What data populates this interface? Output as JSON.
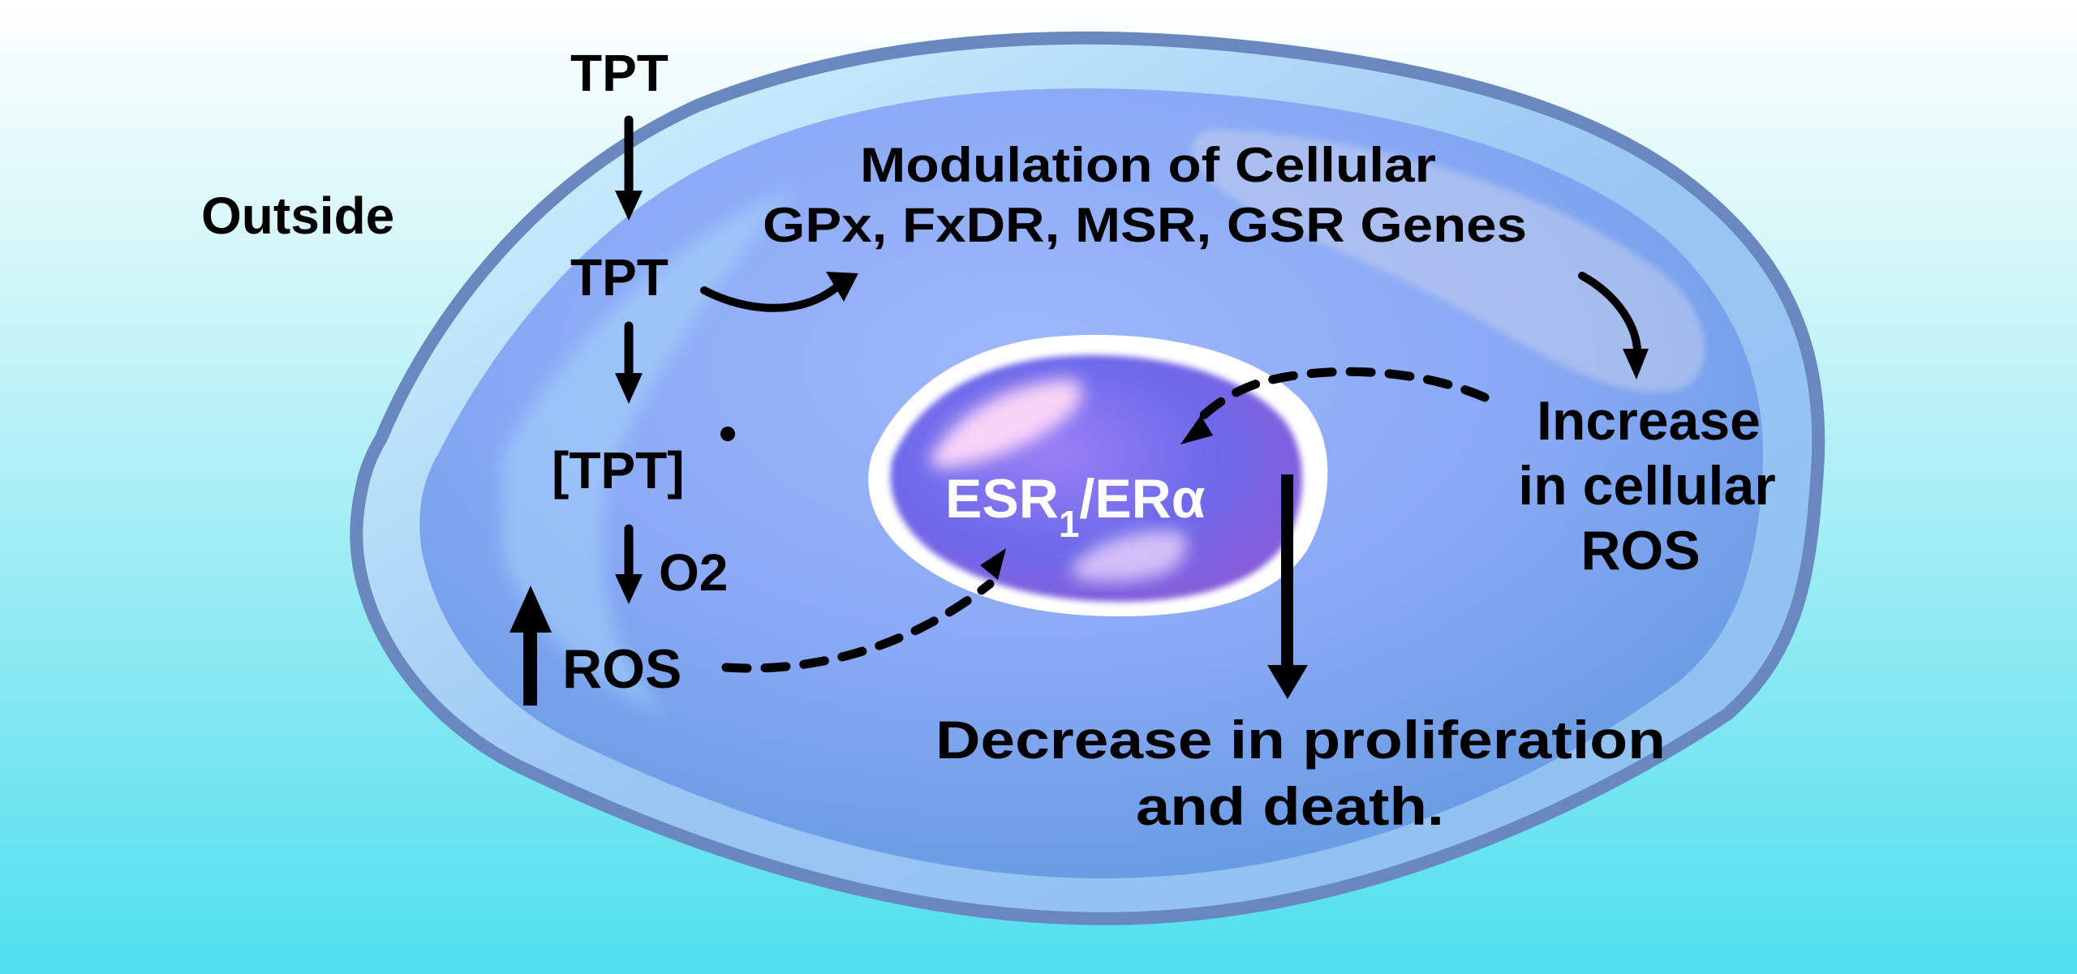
{
  "colors": {
    "background_top": "#ffffff",
    "background_bottom": "#4fdfee",
    "cell_membrane": "#6a88c0",
    "cytoplasm": "#8fadf7",
    "nucleus_outline": "#ffffff",
    "nucleus_fill": "#7a6ef0",
    "nucleus_highlight": "#ffd9f8",
    "text": "#000000",
    "nucleus_text": "#ffffff"
  },
  "labels": {
    "outside": "Outside",
    "tpt_outside": "TPT",
    "tpt_inside": "TPT",
    "tpt_radical": "[TPT]",
    "radical_dot": "•",
    "o2": "O2",
    "ros": "ROS",
    "modulation_line1": "Modulation of Cellular",
    "modulation_line2": "GPx, FxDR, MSR, GSR Genes",
    "increase_line1": "Increase",
    "increase_line2": "in cellular",
    "increase_line3": "ROS",
    "nucleus_esr": "ESR",
    "nucleus_sub": "1",
    "nucleus_era": "/ERα",
    "decrease_line1": "Decrease in proliferation",
    "decrease_line2": "and death."
  },
  "icons": {
    "up_arrow": "bold-up-arrow-icon",
    "down_arrow": "down-arrow-icon",
    "curved_arrow": "curved-arrow-icon",
    "dashed_arrow": "dashed-arrow-icon"
  }
}
